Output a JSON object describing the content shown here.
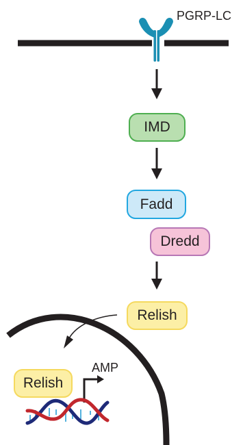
{
  "receptor": {
    "label": "PGRP-LC",
    "color": "#1b8fb3"
  },
  "nodes": {
    "imd": {
      "label": "IMD",
      "fill": "#b9dfb0",
      "stroke": "#4eae50"
    },
    "fadd": {
      "label": "Fadd",
      "fill": "#cde9f8",
      "stroke": "#22a7e0"
    },
    "dredd": {
      "label": "Dredd",
      "fill": "#f6c3d8",
      "stroke": "#b777b5"
    },
    "relish_cytoplasm": {
      "label": "Relish",
      "fill": "#fcefa6",
      "stroke": "#f5d95e"
    },
    "relish_nucleus": {
      "label": "Relish",
      "fill": "#fcefa6",
      "stroke": "#f5d95e"
    }
  },
  "gene": {
    "label": "AMP"
  },
  "colors": {
    "membrane": "#231f20",
    "arrow": "#231f20",
    "dna_strand_a": "#1e2a78",
    "dna_strand_b": "#c1272d",
    "dna_rungs": "#2a9fd6"
  }
}
